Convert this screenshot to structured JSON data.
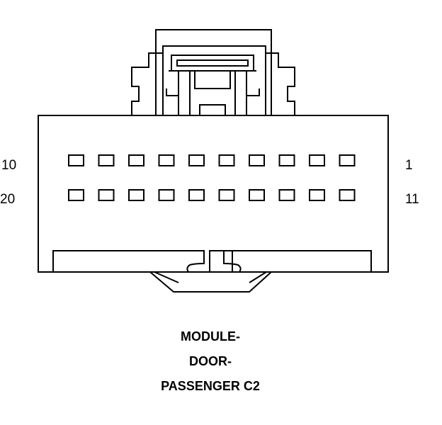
{
  "connector": {
    "pin_labels": {
      "top_left": "10",
      "top_right": "1",
      "bottom_left": "20",
      "bottom_right": "11"
    },
    "rows": 2,
    "pins_per_row": 10
  },
  "caption": {
    "line1": "MODULE-",
    "line2": "DOOR-",
    "line3": "PASSENGER C2"
  },
  "colors": {
    "stroke": "#000000",
    "background": "#ffffff"
  }
}
